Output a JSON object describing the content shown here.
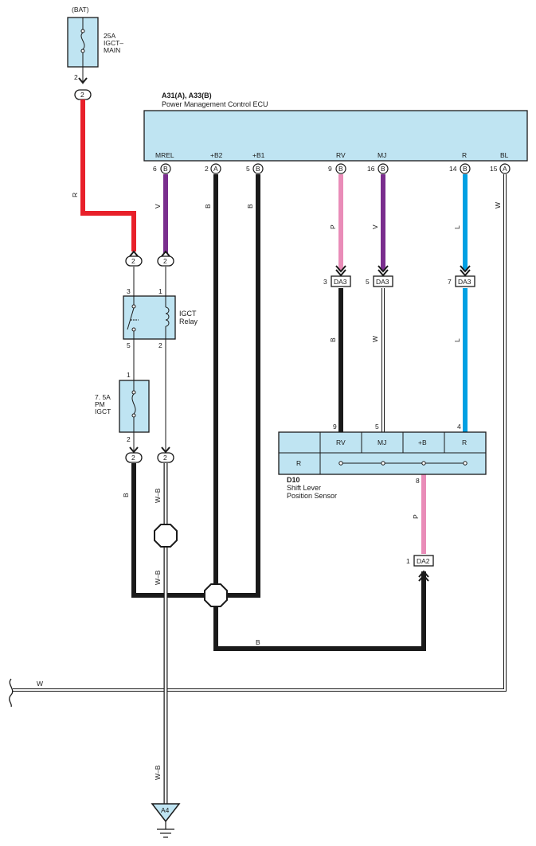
{
  "diagram": {
    "bat_label": "(BAT)",
    "fuse_main": {
      "rating": "25A",
      "name_1": "IGCT–",
      "name_2": "MAIN",
      "pin": "2"
    },
    "ecu": {
      "connectors": "A31(A), A33(B)",
      "name": "Power Management Control ECU",
      "terminals": [
        {
          "name": "MREL",
          "num": "6",
          "conn": "B"
        },
        {
          "name": "+B2",
          "num": "2",
          "conn": "A"
        },
        {
          "name": "+B1",
          "num": "5",
          "conn": "B"
        },
        {
          "name": "RV",
          "num": "9",
          "conn": "B"
        },
        {
          "name": "MJ",
          "num": "16",
          "conn": "B"
        },
        {
          "name": "R",
          "num": "14",
          "conn": "B"
        },
        {
          "name": "BL",
          "num": "15",
          "conn": "A"
        }
      ]
    },
    "relay": {
      "name_1": "IGCT",
      "name_2": "Relay",
      "pin3": "3",
      "pin5": "5",
      "pin1": "1",
      "pin2": "2"
    },
    "fuse_pm": {
      "rating": "7. 5A",
      "name_1": "PM",
      "name_2": "IGCT",
      "pin1": "1",
      "pin2": "2"
    },
    "junction_num": "2",
    "da3": {
      "label": "DA3",
      "pin_rv": "3",
      "pin_mj": "5",
      "pin_r": "7"
    },
    "da2": {
      "label": "DA2",
      "pin": "1"
    },
    "sensor": {
      "id": "D10",
      "name_1": "Shift Lever",
      "name_2": "Position Sensor",
      "headers": [
        "RV",
        "MJ",
        "+B",
        "R"
      ],
      "row_label": "R",
      "pins": {
        "rv": "9",
        "mj": "5",
        "r": "4",
        "b": "8"
      }
    },
    "wire_labels": {
      "r": "R",
      "v": "V",
      "b": "B",
      "p": "P",
      "l": "L",
      "w": "W",
      "wb": "W–B"
    },
    "ground": "A4",
    "colors": {
      "red": "#e8202a",
      "violet": "#7a2e8e",
      "black": "#1a1a1a",
      "pink": "#e98cb8",
      "blue": "#00a0e3",
      "box_fill": "#bfe4f2"
    }
  }
}
